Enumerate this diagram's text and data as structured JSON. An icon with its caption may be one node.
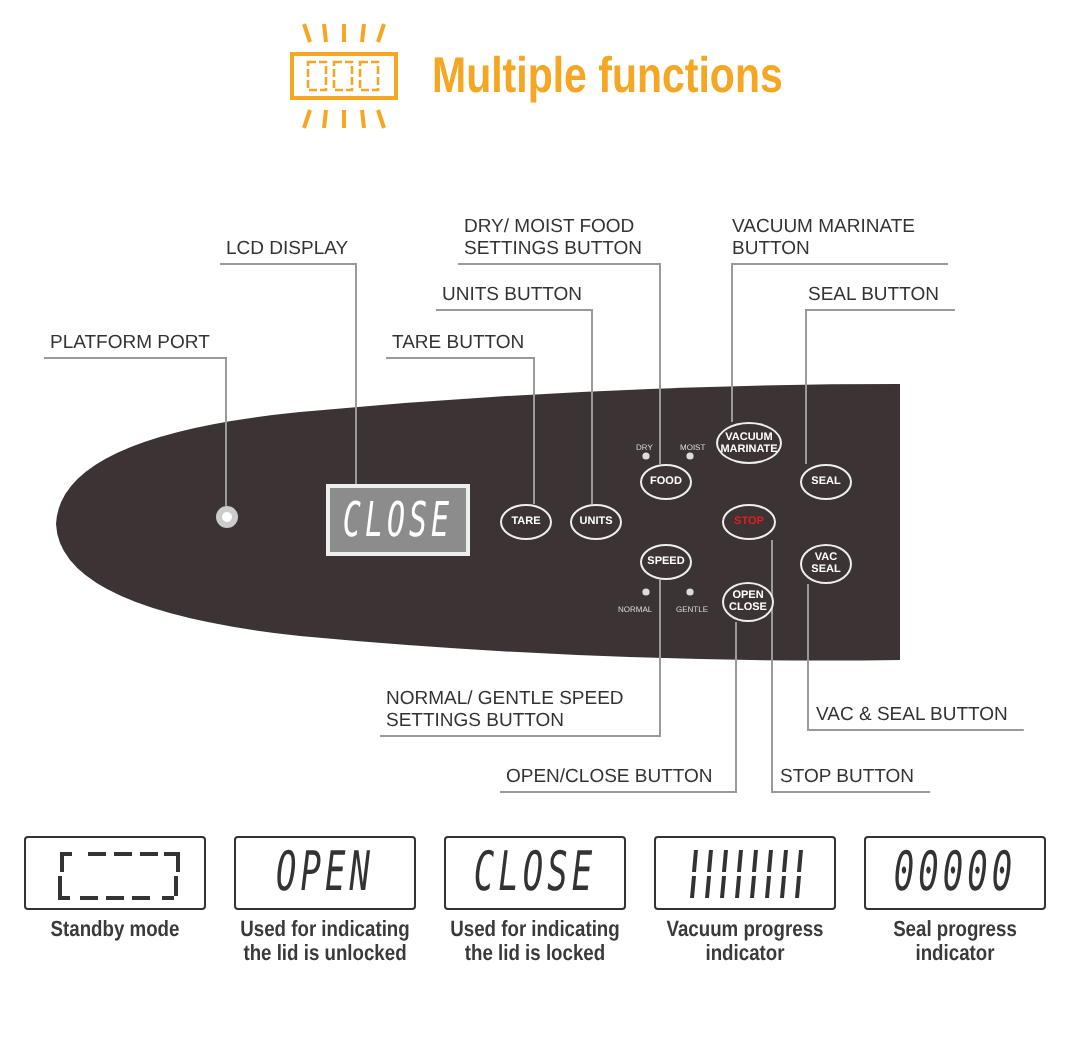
{
  "diagram": {
    "title": "Multiple functions",
    "nodes": [
      {
        "text": [
          "PLATFORM PORT"
        ]
      },
      {
        "text": [
          "LCD DISPLAY"
        ]
      },
      {
        "text": [
          "TARE BUTTON"
        ]
      },
      {
        "text": [
          "UNITS BUTTON"
        ]
      },
      {
        "text": [
          "DRY/ MOIST FOOD SETTINGS BUTTON"
        ]
      },
      {
        "text": [
          "VACUUM MARINATE BUTTON"
        ]
      },
      {
        "text": [
          "SEAL BUTTON"
        ]
      },
      {
        "text": [],
        "shape": "circle"
      },
      {
        "text": [
          "CLOSE"
        ]
      },
      {
        "text": [
          "TARE"
        ]
      },
      {
        "text": [
          "UNITS"
        ]
      },
      {
        "text": [
          "FOOD"
        ]
      },
      {
        "text": [
          "VACUUM MARINATE"
        ]
      },
      {
        "text": [
          "SEAL"
        ]
      },
      {
        "text": [
          "STOP"
        ]
      },
      {
        "text": [
          "SPEED"
        ]
      },
      {
        "text": [
          "OPEN CLOSE"
        ]
      },
      {
        "text": [
          "VAC SEAL"
        ]
      },
      {
        "text": [
          "NORMAL/ GENTLE SPEED SETTINGS BUTTON"
        ]
      },
      {
        "text": [
          "VAC & SEAL BUTTON"
        ]
      },
      {
        "text": [
          "OPEN/CLOSE BUTTON"
        ]
      },
      {
        "text": [
          "STOP BUTTON"
        ]
      },
      {
        "text": [],
        "shape": "box",
        "beside": [
          "Standby mode"
        ]
      },
      {
        "text": [
          "OPEN"
        ],
        "beside": [
          "Used for indicating the lid is unlocked"
        ]
      },
      {
        "text": [
          "CLOSE"
        ],
        "beside": [
          "Used for indicating the lid is locked"
        ]
      },
      {
        "text": [],
        "shape": "box",
        "beside": [
          "Vacuum progress indicator"
        ]
      },
      {
        "text": [
          "00000"
        ],
        "beside": [
          "Seal progress indicator"
        ]
      }
    ],
    "edges": [
      {
        "from": 0,
        "to": 7,
        "arrow": "none"
      },
      {
        "from": 1,
        "to": 8,
        "arrow": "none"
      },
      {
        "from": 2,
        "to": 9,
        "arrow": "none"
      },
      {
        "from": 3,
        "to": 10,
        "arrow": "none"
      },
      {
        "from": 4,
        "to": 11,
        "arrow": "none"
      },
      {
        "from": 5,
        "to": 12,
        "arrow": "none"
      },
      {
        "from": 6,
        "to": 13,
        "arrow": "none"
      },
      {
        "from": 18,
        "to": 15,
        "arrow": "none"
      },
      {
        "from": 19,
        "to": 17,
        "arrow": "none"
      },
      {
        "from": 20,
        "to": 16,
        "arrow": "none"
      },
      {
        "from": 21,
        "to": 14,
        "arrow": "none"
      }
    ],
    "labels": [
      "DRY",
      "MOIST",
      "NORMAL",
      "GENTLE"
    ]
  }
}
